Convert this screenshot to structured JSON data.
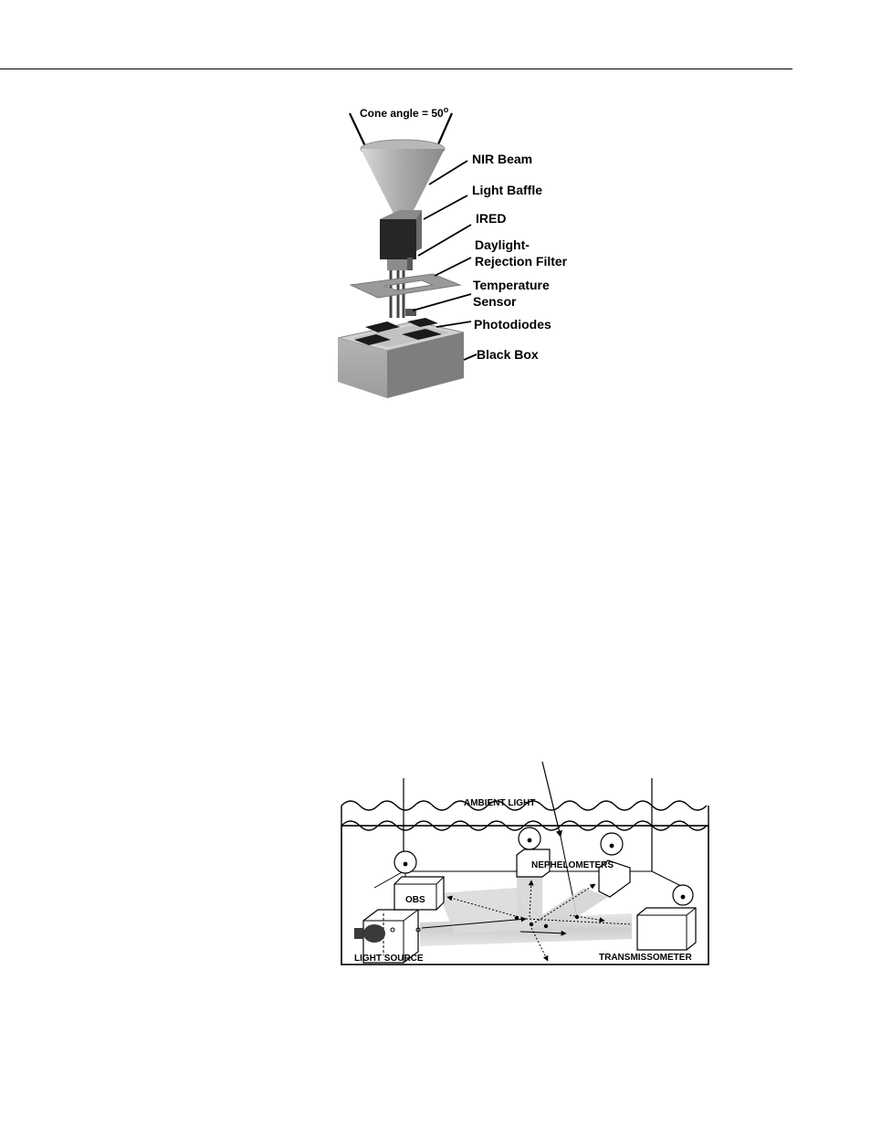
{
  "sensor_diagram": {
    "cone_angle_label": "Cone angle = 50",
    "degree_mark": "o",
    "labels": {
      "nir_beam": "NIR Beam",
      "light_baffle": "Light Baffle",
      "ired": "IRED",
      "daylight_line1": "Daylight-",
      "daylight_line2": "Rejection Filter",
      "temperature_line1": "Temperature",
      "temperature_line2": "Sensor",
      "photodiodes": "Photodiodes",
      "black_box": "Black Box"
    }
  },
  "scene_diagram": {
    "labels": {
      "ambient_light": "AMBIENT LIGHT",
      "nephelometers": "NEPHELOMETERS",
      "obs": "OBS",
      "light_source": "LIGHT SOURCE",
      "transmissometer": "TRANSMISSOMETER"
    }
  }
}
